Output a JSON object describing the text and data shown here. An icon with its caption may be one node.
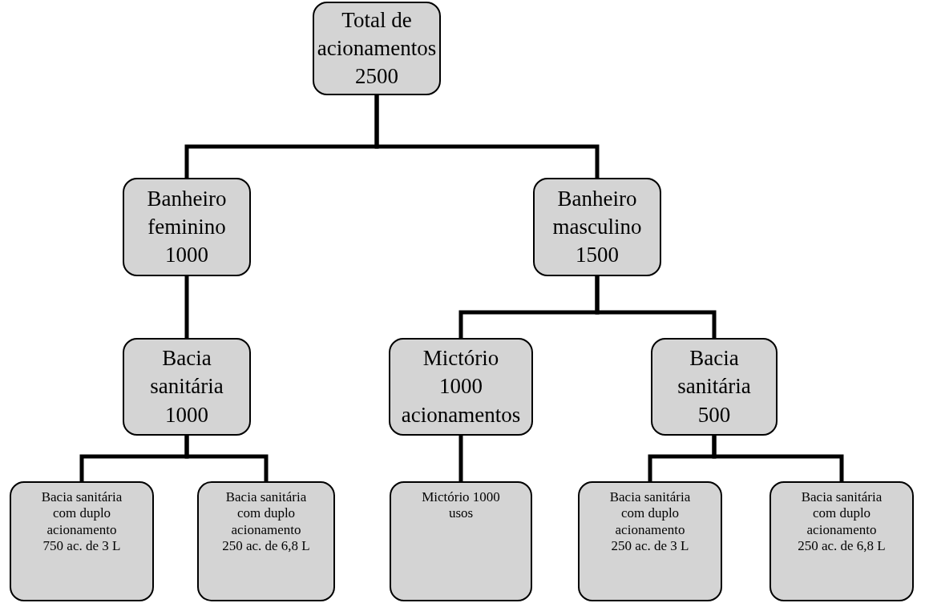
{
  "diagram": {
    "nodes": [
      {
        "text": [
          "Total de acionamentos 2500"
        ]
      },
      {
        "text": [
          "Banheiro feminino 1000"
        ]
      },
      {
        "text": [
          "Banheiro masculino 1500"
        ]
      },
      {
        "text": [
          "Bacia sanitária 1000"
        ]
      },
      {
        "text": [
          "Mictório 1000 acionamentos"
        ]
      },
      {
        "text": [
          "Bacia sanitária 500"
        ]
      },
      {
        "text": [
          "Bacia sanitária com duplo acionamento 750 ac. de 3 L"
        ]
      },
      {
        "text": [
          "Bacia sanitária com duplo acionamento 250 ac. de 6,8 L"
        ]
      },
      {
        "text": [
          "Mictório 1000 usos"
        ]
      },
      {
        "text": [
          "Bacia sanitária com duplo acionamento 250 ac. de 3 L"
        ]
      },
      {
        "text": [
          "Bacia sanitária com duplo acionamento 250 ac. de 6,8 L"
        ]
      }
    ],
    "edges": [
      {
        "from": 0,
        "to": 1,
        "arrow": "none"
      },
      {
        "from": 0,
        "to": 2,
        "arrow": "none"
      },
      {
        "from": 1,
        "to": 3,
        "arrow": "none"
      },
      {
        "from": 2,
        "to": 4,
        "arrow": "none"
      },
      {
        "from": 2,
        "to": 5,
        "arrow": "none"
      },
      {
        "from": 3,
        "to": 6,
        "arrow": "none"
      },
      {
        "from": 3,
        "to": 7,
        "arrow": "none"
      },
      {
        "from": 4,
        "to": 8,
        "arrow": "none"
      },
      {
        "from": 5,
        "to": 9,
        "arrow": "none"
      },
      {
        "from": 5,
        "to": 10,
        "arrow": "none"
      }
    ]
  }
}
